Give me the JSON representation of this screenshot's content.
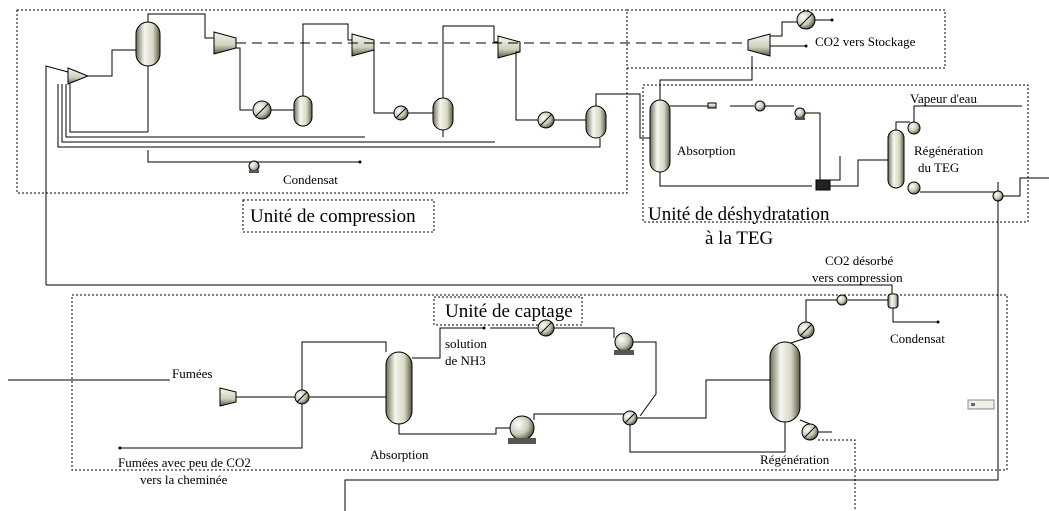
{
  "units": {
    "compression": "Unité de compression",
    "dehydration_line1": "Unité de déshydratation",
    "dehydration_line2": "à la TEG",
    "capture": "Unité de captage"
  },
  "labels": {
    "co2_storage": "CO2 vers Stockage",
    "condensat_top": "Condensat",
    "absorption_teg": "Absorption",
    "vapeur": "Vapeur d'eau",
    "regen_teg_1": "Régénération",
    "regen_teg_2": "du TEG",
    "co2_desorbe_1": "CO2 désorbé",
    "co2_desorbe_2": "vers compression",
    "condensat_capture": "Condensat",
    "fumees": "Fumées",
    "nh3_1": "solution",
    "nh3_2": "de NH3",
    "absorption_capture": "Absorption",
    "fumees_out_1": "Fumées avec peu de CO2",
    "fumees_out_2": "vers la cheminée",
    "regeneration": "Régénération"
  },
  "colors": {
    "vessel_light": "#f4f4ea",
    "vessel_dark": "#6e6e58",
    "line": "#000000"
  },
  "icons": [
    "column-icon",
    "compressor-icon",
    "heat-exchanger-icon",
    "pump-icon",
    "mixer-icon",
    "valve-icon"
  ]
}
